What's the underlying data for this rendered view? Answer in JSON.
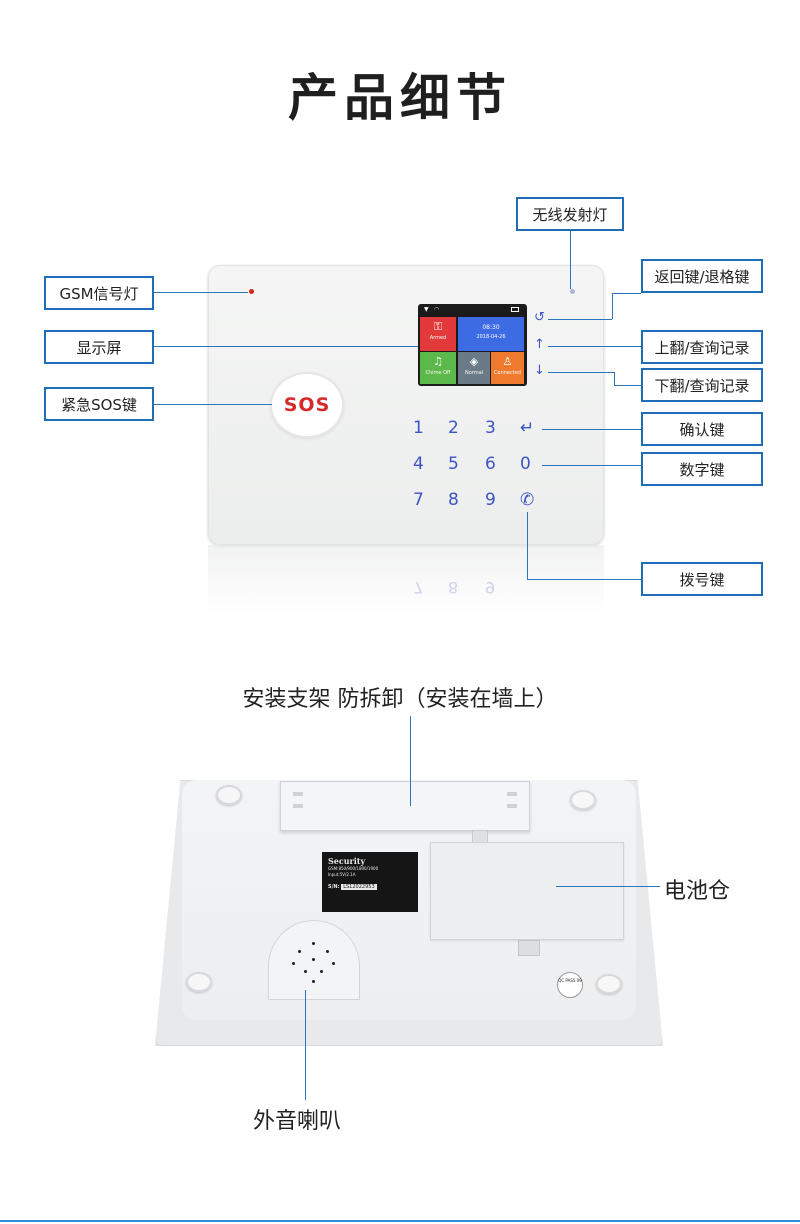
{
  "page_title": "产品细节",
  "front": {
    "sos_label": "SOS",
    "screen": {
      "tiles": {
        "armed": "Armed",
        "time": "08:30",
        "date": "2018-04-26",
        "chime": "Chime Off",
        "normal": "Normal",
        "connected": "Connected"
      }
    },
    "keys": [
      "1",
      "2",
      "3",
      "4",
      "5",
      "6",
      "7",
      "8",
      "9",
      "0"
    ],
    "labels": {
      "wireless_led": "无线发射灯",
      "gsm_led": "GSM信号灯",
      "back_key": "返回键/退格键",
      "display": "显示屏",
      "up_key": "上翻/查询记录",
      "down_key": "下翻/查询记录",
      "sos_key": "紧急SOS键",
      "confirm_key": "确认键",
      "number_keys": "数字键",
      "dial_key": "拨号键"
    }
  },
  "back": {
    "title": "安装支架 防拆卸（安装在墙上）",
    "battery_label": "电池仓",
    "speaker_label": "外音喇叭",
    "nameplate": {
      "brand": "Security",
      "line1": "GSM:850/900/1800/1900",
      "line2": "Input:5V/2.1A",
      "sn_label": "S/N:",
      "sn": "LS12022953"
    },
    "qc": "QC PASS 09"
  },
  "colors": {
    "accent": "#1f6db6",
    "key_blue": "#3d52c4",
    "sos_red": "#d42a2a"
  }
}
